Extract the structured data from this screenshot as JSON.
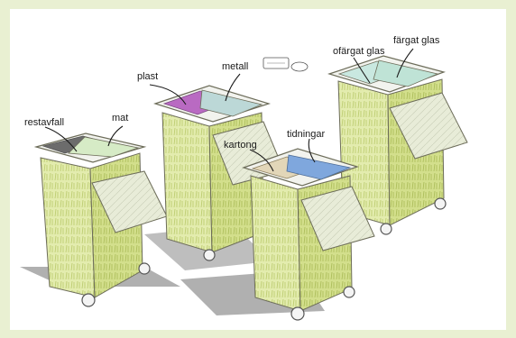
{
  "labels": {
    "restavfall": "restavfall",
    "mat": "mat",
    "plast": "plast",
    "metall": "metall",
    "kartong": "kartong",
    "tidningar": "tidningar",
    "ofargat_glas": "ofärgat glas",
    "fargat_glas": "färgat glas"
  },
  "colors": {
    "frame": "#e9f0d2",
    "bin_body": "#dbe59a",
    "restavfall_lid": "#6c6c6c",
    "mat_lid": "#d6ebc6",
    "plast_lid": "#b96ac2",
    "metall_lid": "#bcd8d7",
    "kartong_lid": "#e2d6b8",
    "tidningar_lid": "#7fa7dd",
    "ofargat_glas_lid": "#c9e8e0",
    "fargat_glas_lid": "#bfe3d6"
  }
}
